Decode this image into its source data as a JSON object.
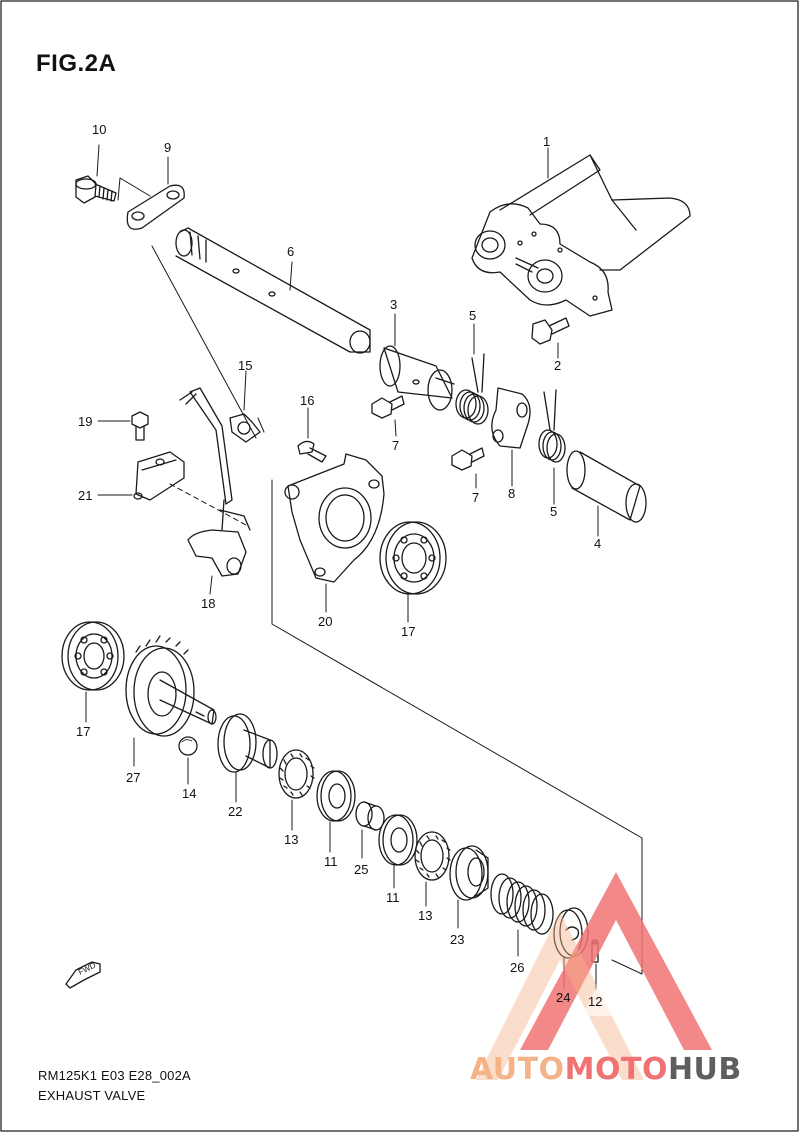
{
  "figure": {
    "title": "FIG.2A"
  },
  "footer": {
    "code": "RM125K1 E03 E28_002A",
    "caption": "EXHAUST VALVE"
  },
  "fwd_badge": "FWD",
  "callouts": [
    "10",
    "9",
    "1",
    "6",
    "3",
    "5",
    "2",
    "15",
    "16",
    "19",
    "7",
    "8",
    "5",
    "21",
    "4",
    "18",
    "20",
    "17",
    "17",
    "27",
    "14",
    "22",
    "13",
    "11",
    "25",
    "11",
    "13",
    "23",
    "26",
    "24",
    "12",
    "7"
  ],
  "watermark": {
    "part1": "AUTO",
    "part2": "MOTO",
    "part3": "HUB"
  },
  "colors": {
    "line": "#1a1a1a",
    "watermark_red": "#f07373",
    "watermark_orange": "#f4b48a",
    "watermark_gray": "#5e5e5e"
  }
}
